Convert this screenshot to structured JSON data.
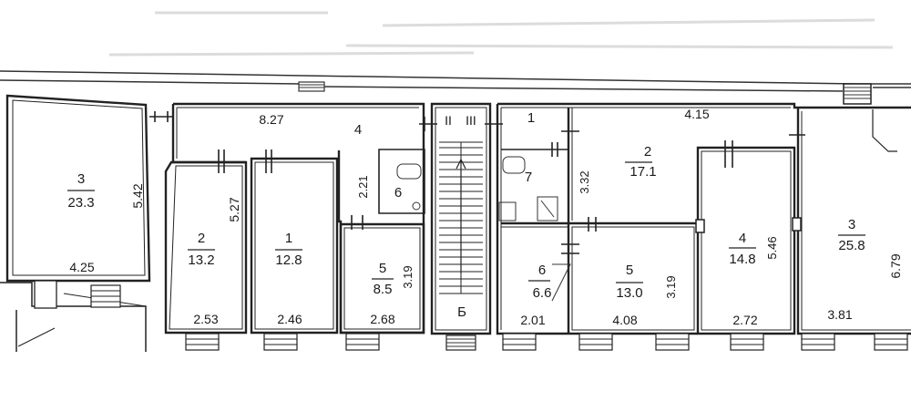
{
  "plan": {
    "left_block": {
      "room_3": {
        "number": "3",
        "area": "23.3",
        "dim_side": "5.42",
        "dim_bottom": "4.25"
      },
      "corridor_4": {
        "number": "4",
        "length": "8.27",
        "dim_wc": "2.21"
      },
      "room_2": {
        "number": "2",
        "area": "13.2",
        "dim_side": "5.27",
        "dim_bottom": "2.53"
      },
      "room_1": {
        "number": "1",
        "area": "12.8",
        "dim_bottom": "2.46"
      },
      "room_5": {
        "number": "5",
        "area": "8.5",
        "dim_side": "3.19",
        "dim_bottom": "2.68"
      },
      "wc_6": {
        "number": "6"
      }
    },
    "stair": {
      "mark_left": "II",
      "mark_right": "III",
      "letter": "Б"
    },
    "right_block": {
      "room_1": {
        "number": "1"
      },
      "wc_7": {
        "number": "7",
        "dim_side": "3.32"
      },
      "room_2": {
        "number": "2",
        "area": "17.1",
        "dim_top": "4.15"
      },
      "room_6": {
        "number": "6",
        "area": "6.6",
        "dim_bottom": "2.01"
      },
      "room_5": {
        "number": "5",
        "area": "13.0",
        "dim_side": "3.19",
        "dim_bottom": "4.08"
      },
      "room_4": {
        "number": "4",
        "area": "14.8",
        "dim_side": "5.46",
        "dim_bottom": "2.72"
      },
      "room_3": {
        "number": "3",
        "area": "25.8",
        "dim_side": "6.79",
        "dim_bottom": "3.81"
      }
    }
  }
}
